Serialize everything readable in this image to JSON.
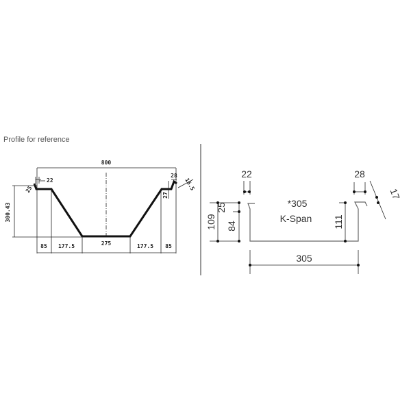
{
  "caption": "Profile for reference",
  "left_profile": {
    "overall_width": "800",
    "height": "300.43",
    "left_lip_width": "22",
    "left_lip_height": "25",
    "right_lip_width": "28",
    "right_lip_slant": "16.5",
    "right_lip_height": "27",
    "bottom_dims": [
      "85",
      "177.5",
      "275",
      "177.5",
      "85"
    ]
  },
  "right_profile": {
    "left_lip_width": "22",
    "right_lip_width": "28",
    "slant": "17",
    "total_height": "109",
    "lip_height": "25",
    "wall_height": "84",
    "right_height": "111",
    "name_line1": "*305",
    "name_line2": "K-Span",
    "width": "305"
  }
}
